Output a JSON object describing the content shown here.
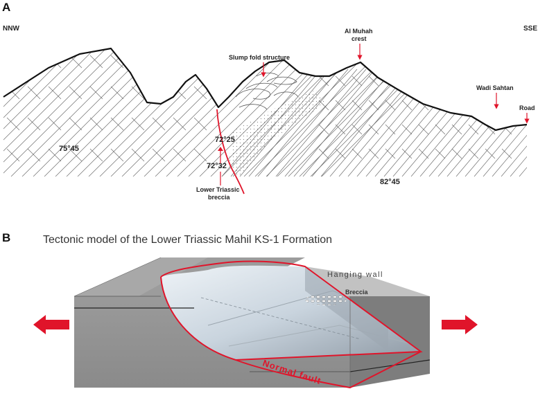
{
  "panel_a": {
    "letter": "A",
    "left_direction": "NNW",
    "right_direction": "SSE",
    "labels": {
      "slump": "Slump fold structure",
      "crest_line1": "Al Muhah",
      "crest_line2": "crest",
      "wadi": "Wadi Sahtan",
      "road": "Road",
      "breccia_line1": "Lower Triassic",
      "breccia_line2": "breccia"
    },
    "measurements": {
      "left": "75°45",
      "middle_upper": "72°25",
      "middle_lower": "72°32",
      "right": "82°45"
    }
  },
  "panel_b": {
    "letter": "B",
    "title": "Tectonic model of the Lower Triassic Mahil KS-1 Formation",
    "hanging_wall": "Hanging wall",
    "breccia": "Breccia",
    "fault": "Normal fault"
  },
  "colors": {
    "accent_red": "#e0142a",
    "block_gray": "#8f8f8f",
    "block_dark": "#7a7a7a",
    "block_light": "#b8b8b8"
  }
}
